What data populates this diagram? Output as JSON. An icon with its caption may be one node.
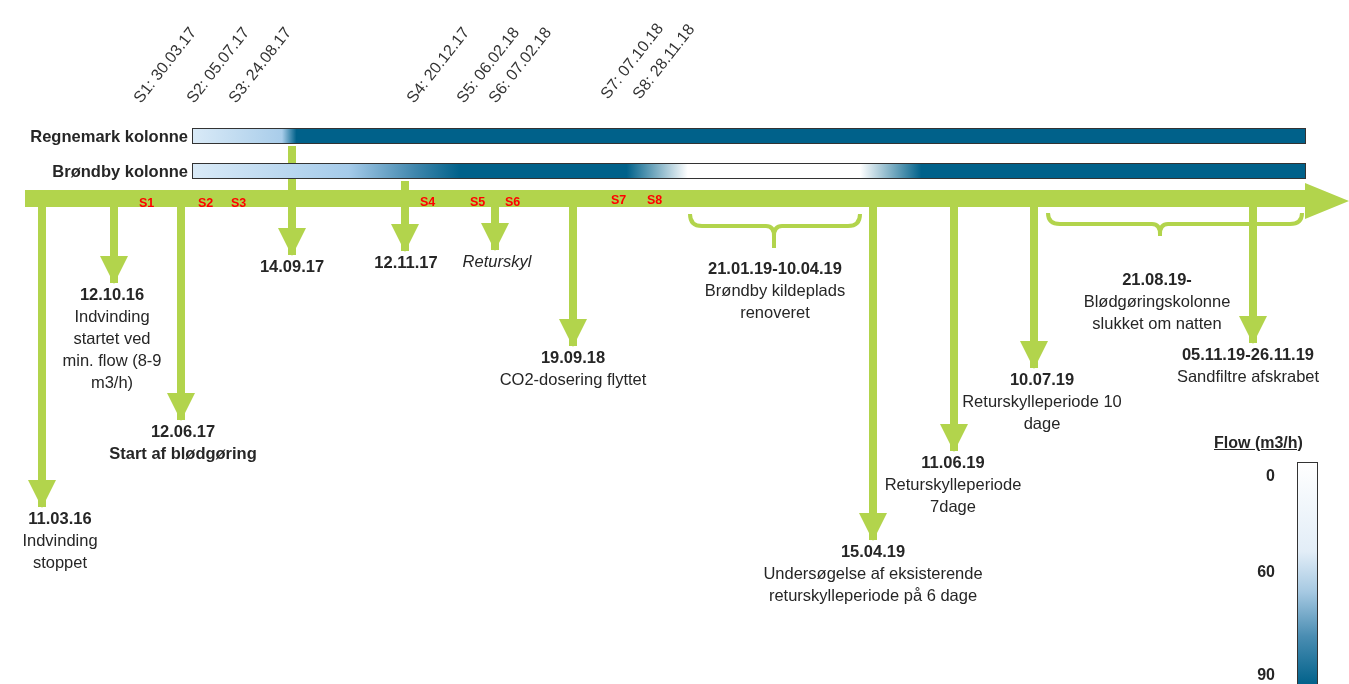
{
  "diagram": {
    "nodes": [
      {
        "text": [],
        "shape": "bar"
      },
      {
        "text": [
          "Regnemark kolonne"
        ]
      },
      {
        "text": [
          "Brøndby kolonne"
        ]
      },
      {
        "text": [
          "11.03.16",
          "Indvinding stoppet"
        ]
      },
      {
        "text": [
          "12.10.16",
          "Indvinding startet ved min. flow (8-9 m3/h)"
        ]
      },
      {
        "text": [
          "12.06.17",
          "Start af blødgøring"
        ]
      },
      {
        "text": [
          "14.09.17"
        ]
      },
      {
        "text": [
          "12.11.17"
        ]
      },
      {
        "text": [
          "Returskyl"
        ]
      },
      {
        "text": [
          "19.09.18",
          "CO2-dosering flyttet"
        ]
      },
      {
        "text": [
          "21.01.19-10.04.19",
          "Brøndby kildeplads renoveret"
        ]
      },
      {
        "text": [
          "15.04.19",
          "Undersøgelse af eksisterende returskylleperiode på 6 dage"
        ]
      },
      {
        "text": [
          "11.06.19",
          "Returskylleperiode 7dage"
        ]
      },
      {
        "text": [
          "10.07.19",
          "Returskylleperiode 10 dage"
        ]
      },
      {
        "text": [
          "21.08.19-",
          "Blødgøringskolonne slukket om natten"
        ]
      },
      {
        "text": [
          "05.11.19-26.11.19",
          "Sandfiltre afskrabet"
        ]
      }
    ],
    "edges": [
      {
        "from": 0,
        "to": 3,
        "arrow": "to"
      },
      {
        "from": 0,
        "to": 4,
        "arrow": "to"
      },
      {
        "from": 0,
        "to": 5,
        "arrow": "to"
      },
      {
        "from": 1,
        "to": 6,
        "arrow": "to"
      },
      {
        "from": 2,
        "to": 7,
        "arrow": "to"
      },
      {
        "from": 0,
        "to": 8,
        "arrow": "to"
      },
      {
        "from": 0,
        "to": 9,
        "arrow": "to"
      },
      {
        "from": 0,
        "to": 11,
        "arrow": "to"
      },
      {
        "from": 0,
        "to": 12,
        "arrow": "to"
      },
      {
        "from": 0,
        "to": 13,
        "arrow": "to"
      },
      {
        "from": 0,
        "to": 15,
        "arrow": "to"
      }
    ],
    "labels": [
      "S1: 30.03.17",
      "S2: 05.07.17",
      "S3: 24.08.17",
      "S4: 20.12.17",
      "S5: 06.02.18",
      "S6: 07.02.18",
      "S7: 07.10.18",
      "S8: 28.11.18",
      "S1",
      "S2",
      "S3",
      "S4",
      "S5",
      "S6",
      "S7",
      "S8",
      "Flow (m3/h)",
      "0",
      "60",
      "90"
    ]
  }
}
